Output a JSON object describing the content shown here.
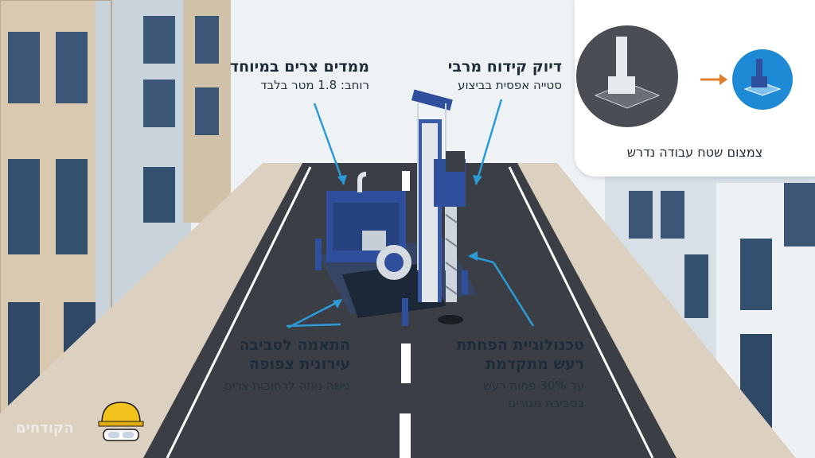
{
  "callouts": {
    "pipe_equipment": {
      "title": "ממדים צרים במיוחד",
      "subtitle": "רוחב: 1.8 מטר בלבד"
    },
    "precision": {
      "title": "דיוק קידוח מרבי",
      "subtitle": "סטייה אפסית בביצוע"
    },
    "urban_fit": {
      "title_line1": "התאמה לסביבה",
      "title_line2": "עירונית צפופה",
      "subtitle": "גישה נוחה לרחובות צרים"
    },
    "noise": {
      "title_line1": "טכנולוגיית הפחתת",
      "title_line2": "רעש מתקדמת",
      "subtitle_line1": "עד 30% פחות רעש",
      "subtitle_line2": "בסביבת מגורים"
    }
  },
  "inset": {
    "caption": "צמצום שטח עבודה נדרש"
  },
  "watermark": "הקודחים",
  "colors": {
    "machine_blue": "#2f4f9c",
    "road": "#3b3f45",
    "arrow": "#2b9ad6",
    "inset_accent": "#e07b2a",
    "inset_circle_dark": "#4a4e54",
    "inset_circle_blue": "#1e8ad6"
  },
  "icons": [
    "hard-hat-icon",
    "safety-goggles-icon",
    "arrow-right-icon"
  ]
}
